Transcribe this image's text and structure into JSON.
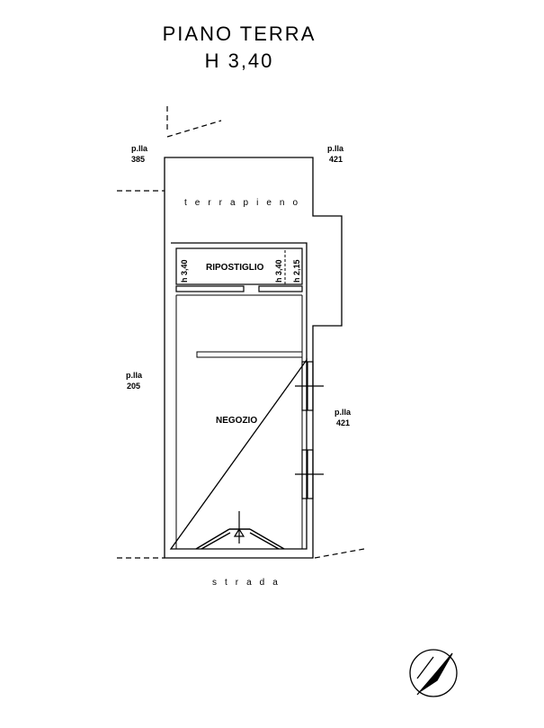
{
  "title": "PIANO TERRA",
  "height_label": "H 3,40",
  "parcels": {
    "top_left_1": "p.lla",
    "top_left_2": "385",
    "top_right_1": "p.lla",
    "top_right_2": "421",
    "left_1": "p.lla",
    "left_2": "205",
    "right_1": "p.lla",
    "right_2": "421"
  },
  "terrapieno": "terrapieno",
  "street": "strada",
  "rooms": {
    "storage": "RIPOSTIGLIO",
    "shop": "NEGOZIO"
  },
  "heights": {
    "storage_left": "h 3,40",
    "storage_mid": "h 3,40",
    "storage_right": "h 2,15"
  },
  "colors": {
    "line": "#000000",
    "background": "#ffffff"
  }
}
